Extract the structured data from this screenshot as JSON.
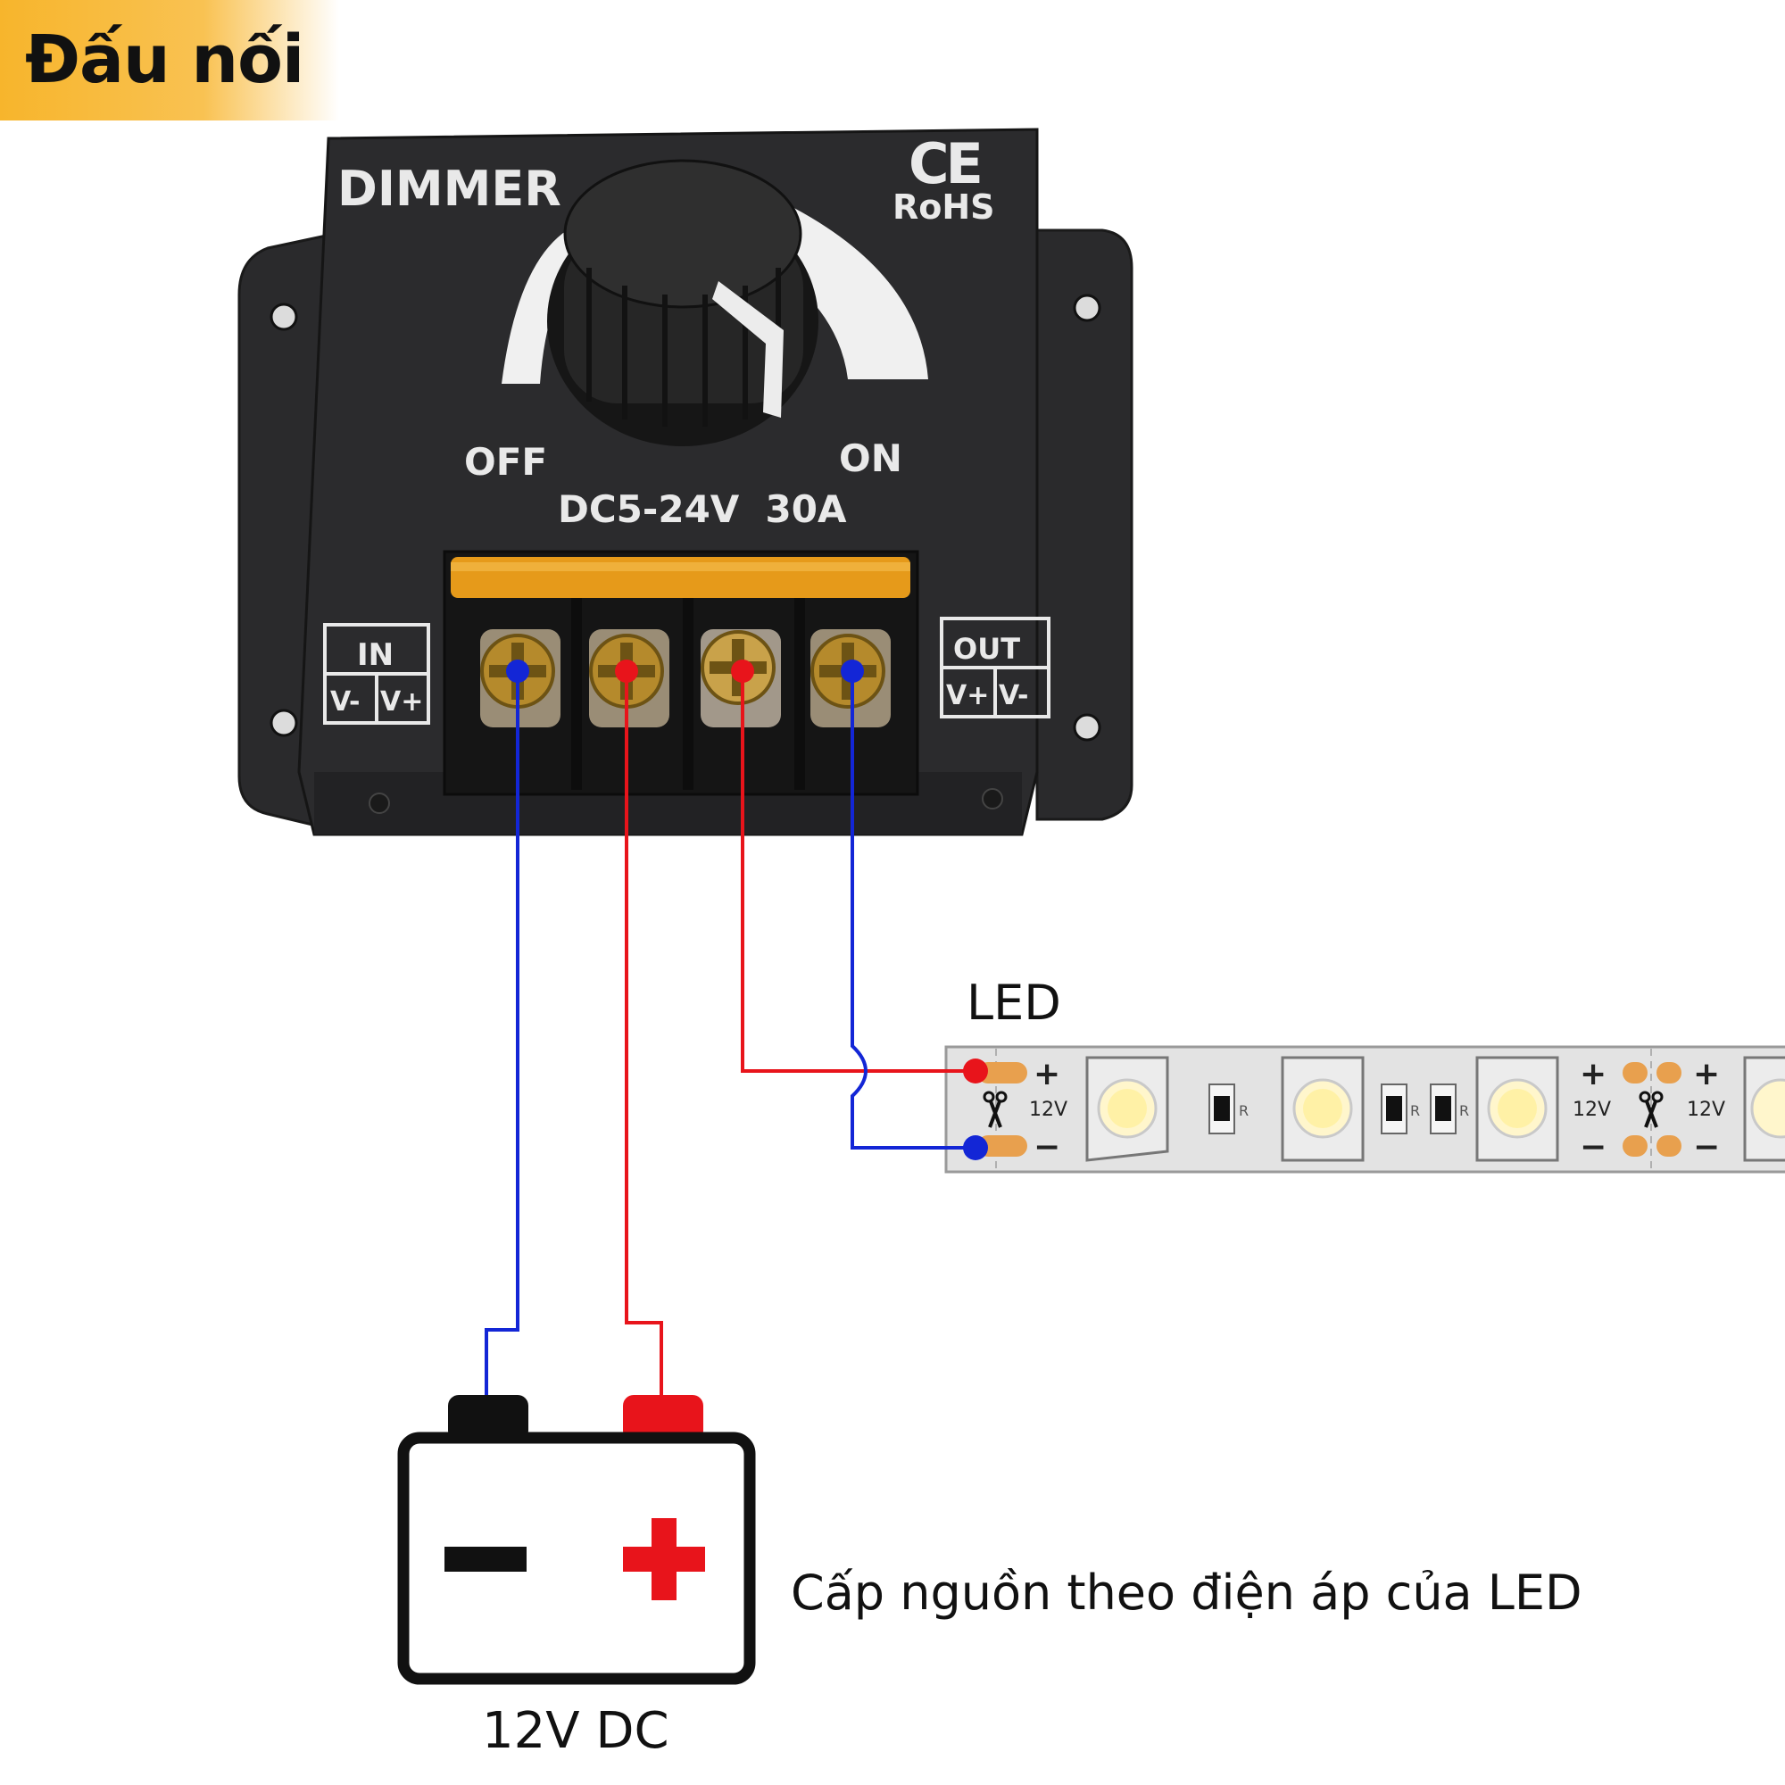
{
  "title": "Đấu nối",
  "dimmer": {
    "name": "DIMMER",
    "cert_ce": "CE",
    "cert_rohs": "RoHS",
    "label_off": "OFF",
    "label_on": "ON",
    "rating": "DC5-24V  30A",
    "in_block": {
      "title": "IN",
      "left": "V-",
      "right": "V+"
    },
    "out_block": {
      "title": "OUT",
      "left": "V+",
      "right": "V-"
    }
  },
  "led": {
    "label": "LED",
    "plus": "+",
    "minus": "−",
    "voltage": "12V",
    "resistor": "R"
  },
  "battery": {
    "minus_symbol": "−",
    "plus_symbol": "+",
    "label": "12V DC"
  },
  "power_note": "Cấp nguồn theo điện áp của LED",
  "colors": {
    "positive_wire": "#e8141b",
    "negative_wire": "#1326d6",
    "badge": "#f7b52c",
    "dimmer_body": "#2b2b2d",
    "led_strip": "#e3e3e3"
  }
}
